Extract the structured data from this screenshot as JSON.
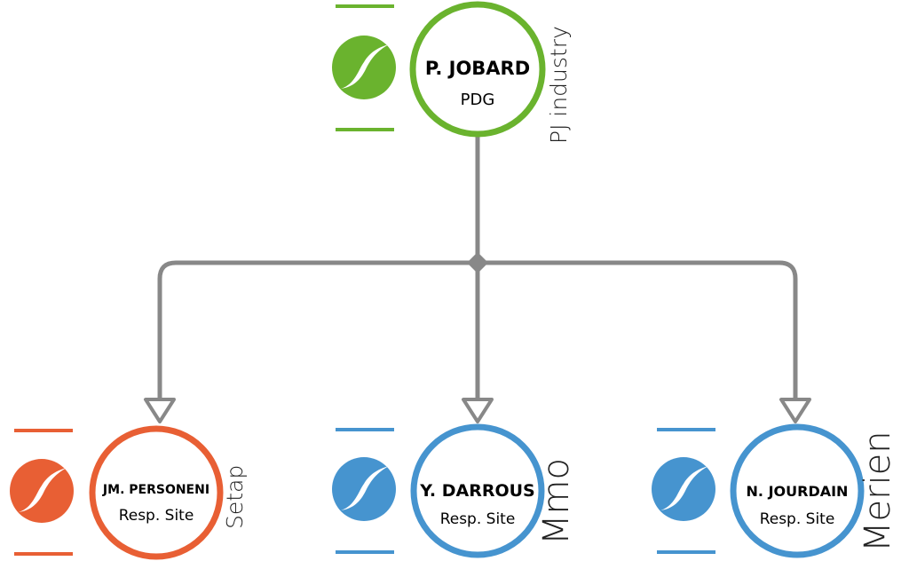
{
  "colors": {
    "green": "#6ab32e",
    "orange": "#e85f34",
    "blue": "#4694cf",
    "connector": "#888888"
  },
  "root": {
    "name": "P. JOBARD",
    "role": "PDG",
    "company": "PJ industry",
    "color": "green",
    "logo_icon": "s-curve-logo-icon"
  },
  "children": [
    {
      "name": "JM. PERSONENI",
      "role": "Resp. Site",
      "company": "Setap",
      "color": "orange",
      "logo_icon": "s-curve-logo-icon"
    },
    {
      "name": "Y. DARROUS",
      "role": "Resp. Site",
      "company": "Mmo",
      "color": "blue",
      "logo_icon": "s-curve-logo-icon"
    },
    {
      "name": "N. JOURDAIN",
      "role": "Resp. Site",
      "company": "Merien",
      "color": "blue",
      "logo_icon": "s-curve-logo-icon"
    }
  ]
}
